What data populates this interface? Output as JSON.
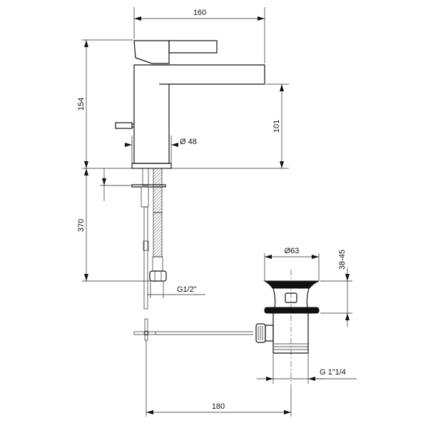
{
  "dimensions": {
    "width_top": "160",
    "total_height": "154",
    "spout_height": "101",
    "base_diameter": "Ø 48",
    "hose_length": "370",
    "hose_connection": "G1/2\"",
    "drain_diameter": "Ø63",
    "drain_height": "38-45",
    "drain_thread": "G 1\"1/4",
    "rod_length": "180"
  },
  "colors": {
    "line": "#111111",
    "background": "#ffffff"
  }
}
